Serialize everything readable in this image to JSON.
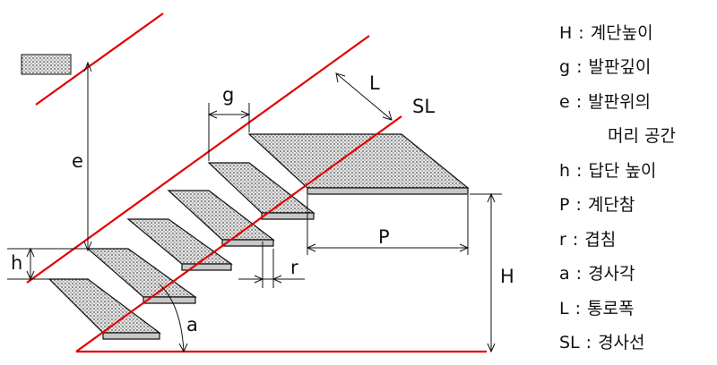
{
  "colors": {
    "slope_line": "#e00000",
    "ink": "#111111",
    "tread_fill": "#d2d2d2"
  },
  "dimension_labels": {
    "e": "e",
    "g": "g",
    "L": "L",
    "SL": "SL",
    "h": "h",
    "r": "r",
    "P": "P",
    "H": "H",
    "a": "a"
  },
  "legend": {
    "separator": ":",
    "items": [
      {
        "key": "H",
        "text": "계단높이"
      },
      {
        "key": "g",
        "text": "발판깊이"
      },
      {
        "key": "e",
        "text": "발판위의"
      },
      {
        "key": "",
        "text": "머리 공간"
      },
      {
        "key": "h",
        "text": "답단 높이"
      },
      {
        "key": "P",
        "text": "계단참"
      },
      {
        "key": "r",
        "text": "겹침"
      },
      {
        "key": "a",
        "text": "경사각"
      },
      {
        "key": "L",
        "text": "통로폭"
      },
      {
        "key": "SL",
        "text": "경사선"
      }
    ]
  }
}
